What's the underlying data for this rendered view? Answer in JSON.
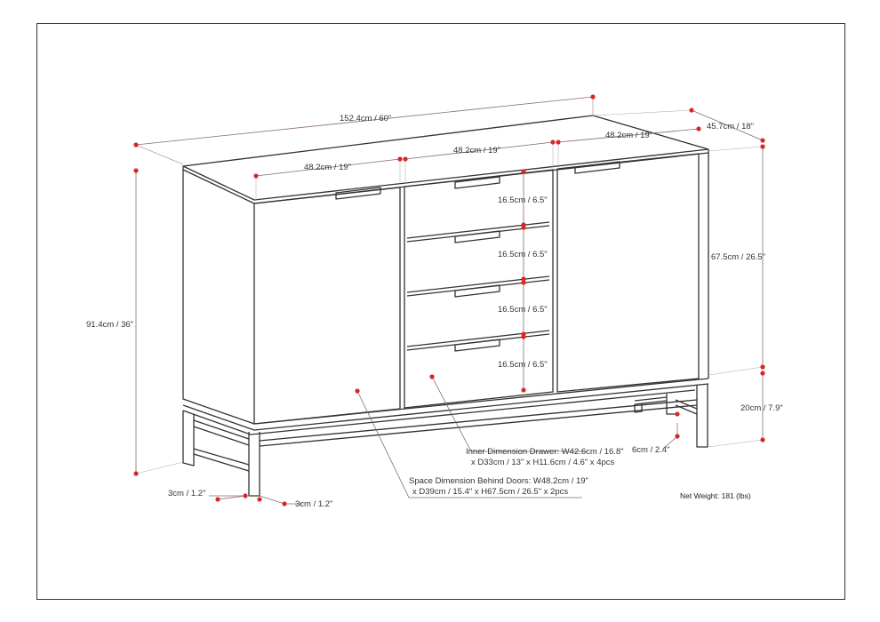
{
  "dimensions": {
    "overall_width": "152.4cm / 60\"",
    "overall_depth": "45.7cm / 18\"",
    "overall_height": "91.4cm / 36\"",
    "left_door_width": "48.2cm / 19\"",
    "drawer_width": "48.2cm / 19\"",
    "right_door_width": "48.2cm / 19\"",
    "cabinet_height": "67.5cm / 26.5\"",
    "leg_height": "20cm / 7.9\"",
    "leg_gap": "6cm / 2.4\"",
    "leg_front_width": "3cm / 1.2\"",
    "leg_side_width": "3cm / 1.2\"",
    "drawer_heights": [
      "16.5cm / 6.5\"",
      "16.5cm / 6.5\"",
      "16.5cm / 6.5\"",
      "16.5cm / 6.5\""
    ]
  },
  "notes": {
    "inner_drawer_line1": "Inner Dimension Drawer: W42.6cm / 16.8\"",
    "inner_drawer_line2": "x D33cm / 13\" x H11.6cm / 4.6\" x 4pcs",
    "behind_doors_line1": "Space Dimension Behind Doors: W48.2cm / 19\"",
    "behind_doors_line2": "x D39cm / 15.4\" x H67.5cm / 26.5\" x 2pcs"
  },
  "net_weight": {
    "label": "Net Weight:",
    "value": "181 (lbs)"
  },
  "colors": {
    "line": "#333333",
    "dimension_line": "#8a6a6a",
    "marker": "#d62828"
  }
}
